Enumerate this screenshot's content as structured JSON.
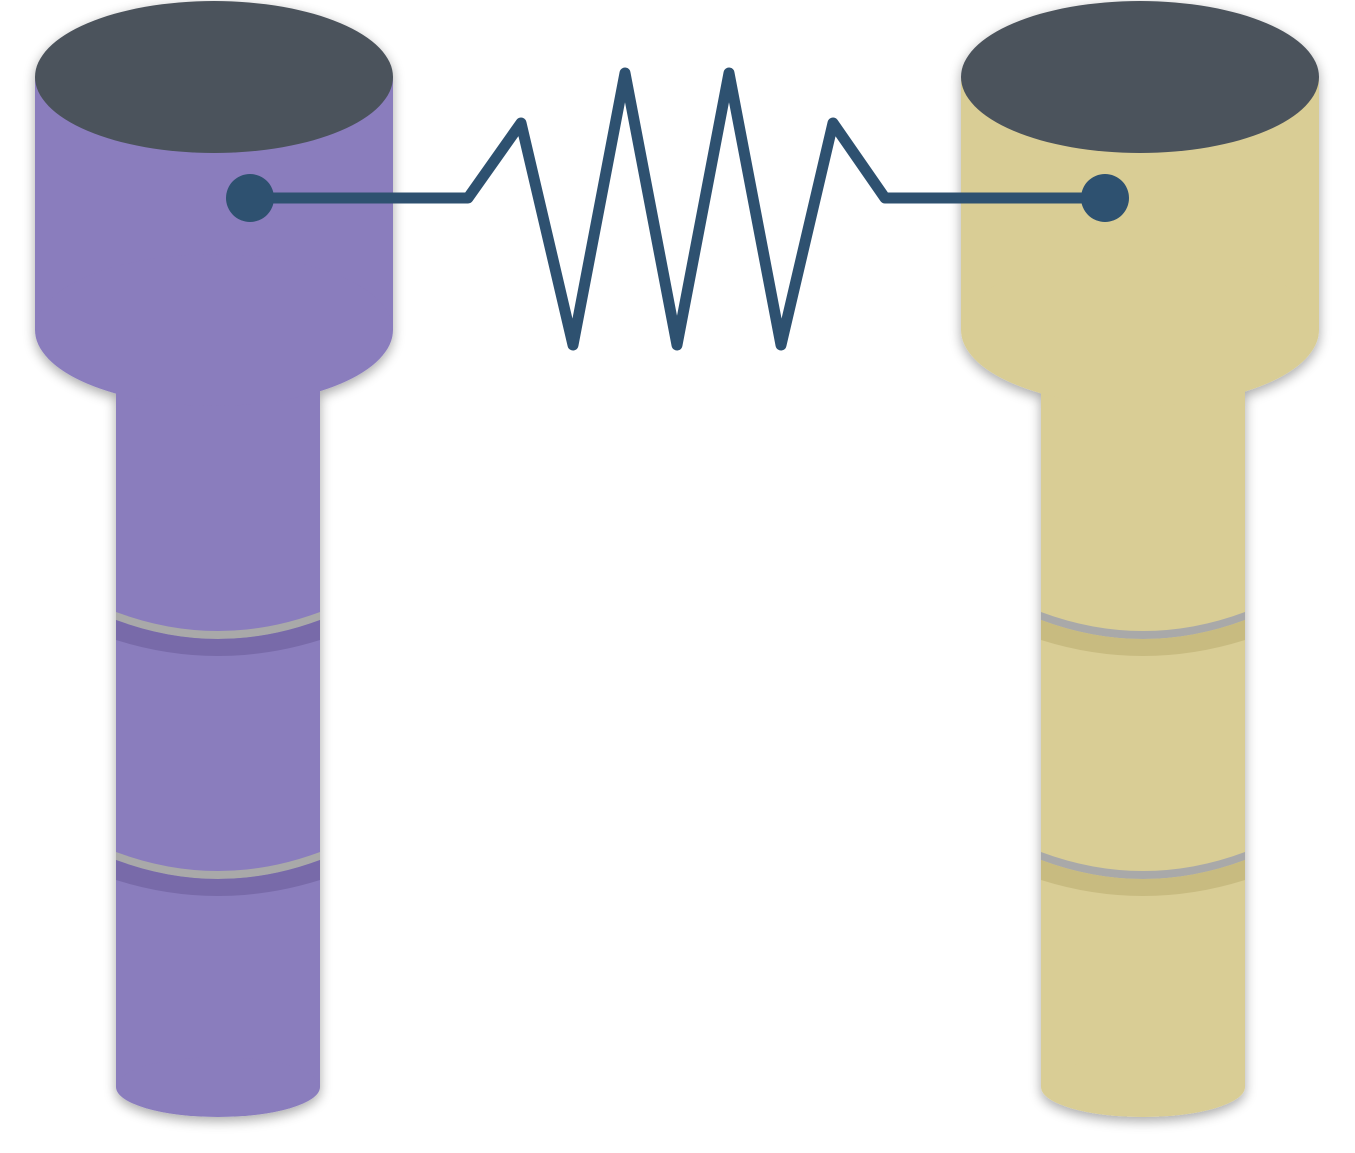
{
  "diagram": {
    "kind": "two pillars connected by a resistor (zigzag spring) symbol",
    "colors": {
      "background": "#ffffff",
      "left_body": "#8a7dbd",
      "left_shade": "#786aa9",
      "right_body": "#d9cd95",
      "right_shade": "#c8bb80",
      "cap_top": "#4b525b",
      "connector": "#2e5170",
      "joint_groove": "#a9a9a9"
    },
    "pillars": [
      {
        "id": "left",
        "color_key": "left_body",
        "segment_count": 3
      },
      {
        "id": "right",
        "color_key": "right_body",
        "segment_count": 3
      }
    ],
    "connector": {
      "type": "resistor",
      "zigzag_peaks": 4,
      "end_terminals": 2
    }
  }
}
